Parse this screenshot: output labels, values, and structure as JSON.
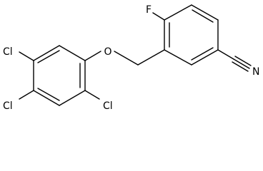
{
  "molecule": {
    "atoms": [
      {
        "symbol": "F"
      },
      {
        "symbol": "O"
      },
      {
        "symbol": "N"
      },
      {
        "symbol": "Cl"
      },
      {
        "symbol": "Cl"
      },
      {
        "symbol": "Cl"
      }
    ]
  },
  "colors": {
    "bond": "#000000",
    "label": "#000000",
    "background": "#ffffff"
  }
}
